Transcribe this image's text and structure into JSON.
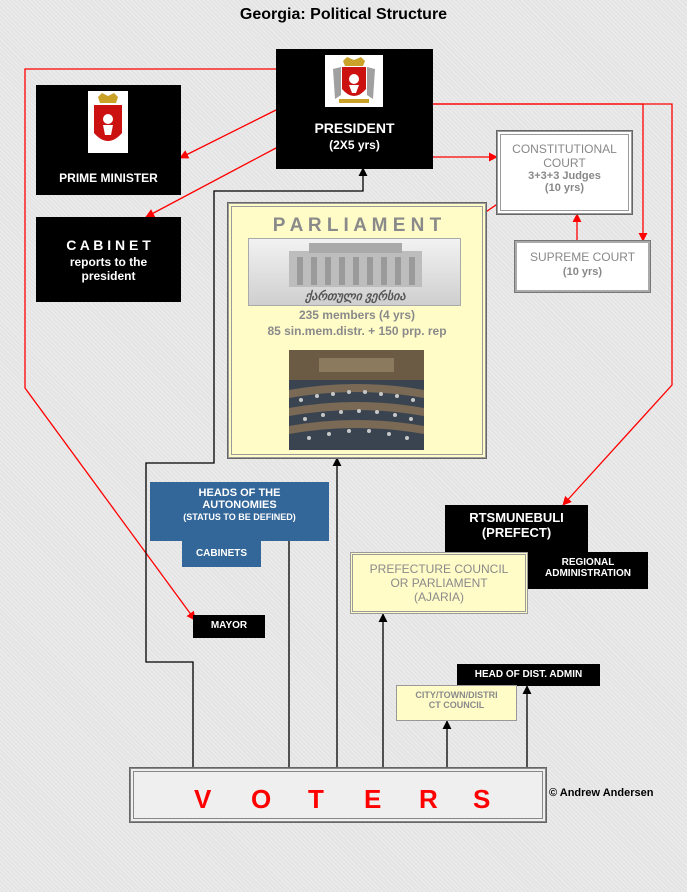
{
  "title": "Georgia: Political Structure",
  "president": {
    "title": "PRESIDENT",
    "term": "(2X5 yrs)"
  },
  "prime_minister": {
    "label": "PRIME MINISTER"
  },
  "cabinet": {
    "title": "C A B I N E T",
    "line1": "reports to the",
    "line2": "president"
  },
  "constitutional_court": {
    "line1": "CONSTITUTIONAL",
    "line2": "COURT",
    "line3": "3+3+3 Judges",
    "line4": "(10 yrs)"
  },
  "supreme_court": {
    "title": "SUPREME COURT",
    "term": "(10 yrs)"
  },
  "parliament": {
    "title": "P A R L I A M E N T",
    "banner_text": "ქართული ვერსია",
    "members": "235 members (4 yrs)",
    "composition": "85 sin.mem.distr. + 150 prp. rep"
  },
  "autonomies": {
    "line1": "HEADS OF THE",
    "line2": "AUTONOMIES",
    "line3": "(STATUS TO BE DEFINED)",
    "cabinets": "CABINETS"
  },
  "prefect": {
    "line1": "RTSMUNEBULI",
    "line2": "(PREFECT)"
  },
  "regional_admin": {
    "line1": "REGIONAL",
    "line2": "ADMINISTRATION"
  },
  "prefecture_council": {
    "line1": "PREFECTURE COUNCIL",
    "line2": "OR PARLIAMENT",
    "line3": "(AJARIA)"
  },
  "mayor": {
    "label": "MAYOR"
  },
  "head_dist_admin": {
    "label": "HEAD OF DIST. ADMIN"
  },
  "city_council": {
    "line1": "CITY/TOWN/DISTRI",
    "line2": "CT COUNCIL"
  },
  "voters": {
    "letters": [
      "V",
      "O",
      "T",
      "E",
      "R",
      "S"
    ]
  },
  "copyright": "© Andrew Andersen",
  "colors": {
    "arrow_red": "#ff0000",
    "arrow_black": "#000000",
    "autonomy_blue": "#336699",
    "parliament_yellow": "#fffcc8"
  }
}
